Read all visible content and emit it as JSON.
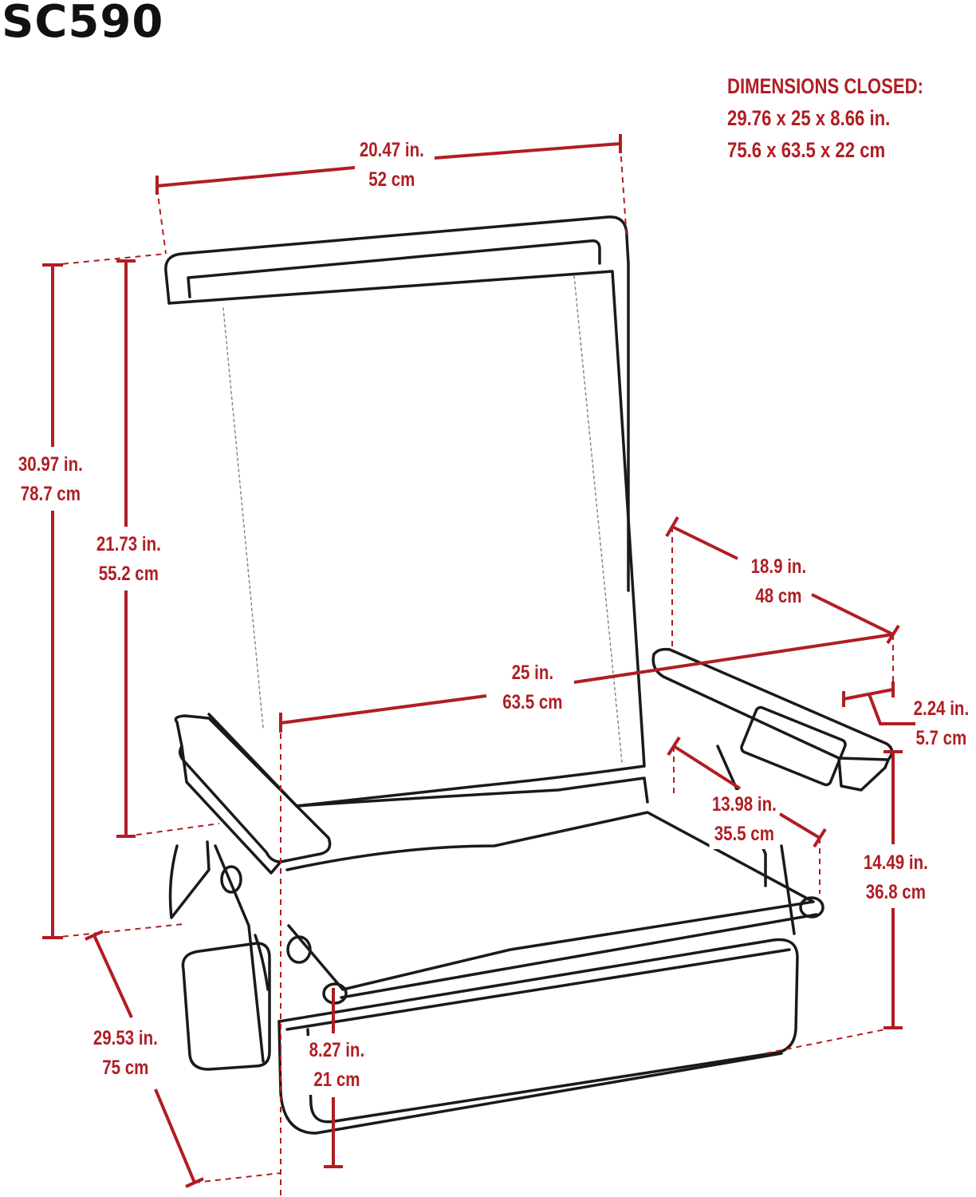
{
  "model": "SC590",
  "closed": {
    "heading": "DIMENSIONS CLOSED:",
    "imperial": "29.76  x  25  x  8.66 in.",
    "metric": "75.6  x  63.5  x  22 cm"
  },
  "dimensions": {
    "back_width": {
      "in": "20.47 in.",
      "cm": "52 cm"
    },
    "total_height": {
      "in": "30.97 in.",
      "cm": "78.7 cm"
    },
    "back_height": {
      "in": "21.73 in.",
      "cm": "55.2 cm"
    },
    "depth": {
      "in": "18.9 in.",
      "cm": "48 cm"
    },
    "width": {
      "in": "25 in.",
      "cm": "63.5 cm"
    },
    "armrest_width": {
      "in": "2.24 in.",
      "cm": "5.7 cm"
    },
    "seat_depth": {
      "in": "13.98 in.",
      "cm": "35.5 cm"
    },
    "arm_height": {
      "in": "14.49 in.",
      "cm": "36.8 cm"
    },
    "overall_depth": {
      "in": "29.53 in.",
      "cm": "75 cm"
    },
    "seat_height": {
      "in": "8.27 in.",
      "cm": "21 cm"
    }
  },
  "colors": {
    "dimension": "#b01e23",
    "line_art": "#1a1a1a"
  }
}
